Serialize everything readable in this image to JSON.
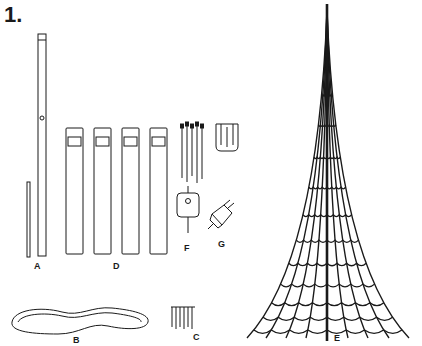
{
  "diagram": {
    "labels": [
      "1.",
      "A",
      "D",
      "F",
      "G",
      "B",
      "C",
      "E"
    ]
  }
}
